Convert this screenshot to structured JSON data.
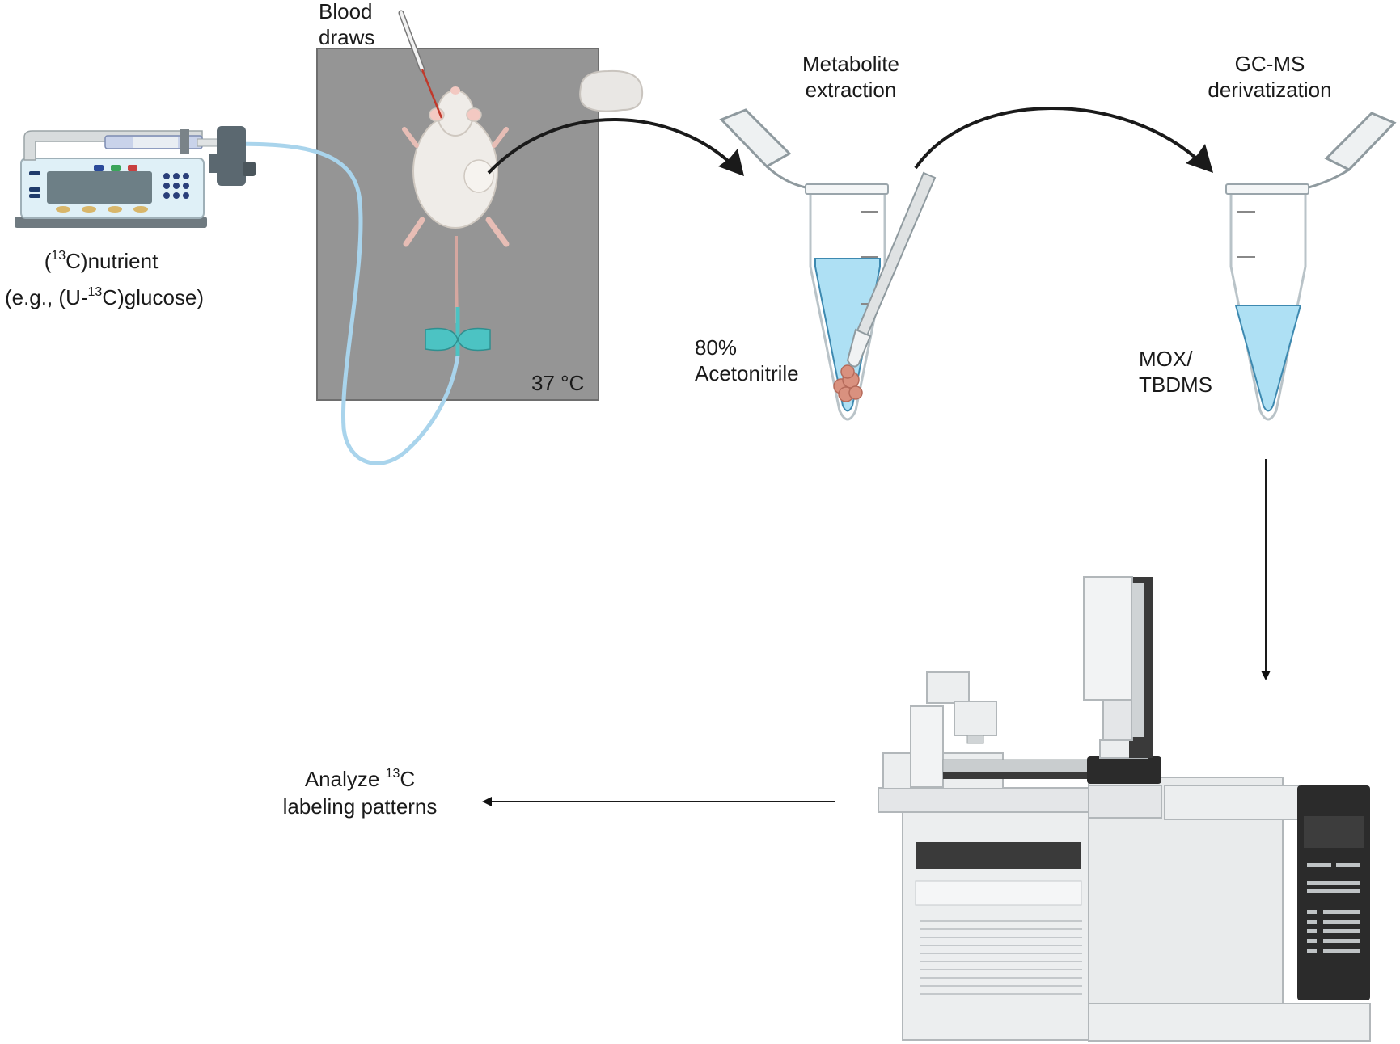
{
  "labels": {
    "blood_draws": "Blood\ndraws",
    "temperature": "37 °C",
    "nutrient_prefix": "(",
    "nutrient_iso": "13",
    "nutrient_suffix": "C)nutrient",
    "example_prefix": "(e.g., (U-",
    "example_iso": "13",
    "example_suffix": "C)glucose)",
    "metabolite_extraction": "Metabolite\nextraction",
    "gcms_derivatization": "GC-MS\nderivatization",
    "acetonitrile": "80%\nAcetonitrile",
    "mox_tbdms": "MOX/\nTBDMS",
    "analyze_prefix": "Analyze ",
    "analyze_iso": "13",
    "analyze_suffix": "C",
    "labeling_patterns": "labeling patterns"
  },
  "icons": [
    "syringe-pump-icon",
    "infusion-tube-icon",
    "mouse-icon",
    "warming-pad-icon",
    "butterfly-needle-icon",
    "blood-draw-needle-icon",
    "tissue-icon",
    "extraction-tube-icon",
    "homogenizer-pestle-icon",
    "derivatization-tube-icon",
    "gc-ms-instrument-icon",
    "arrow-icon"
  ],
  "colors": {
    "pad": "#959595",
    "liquid": "#aee0f4",
    "tube_line": "#a9d4ec",
    "butterfly": "#4cc3c3",
    "tissue": "#d9917f",
    "instrument_dark": "#2b2b2b",
    "instrument_light": "#e4e6e8"
  }
}
